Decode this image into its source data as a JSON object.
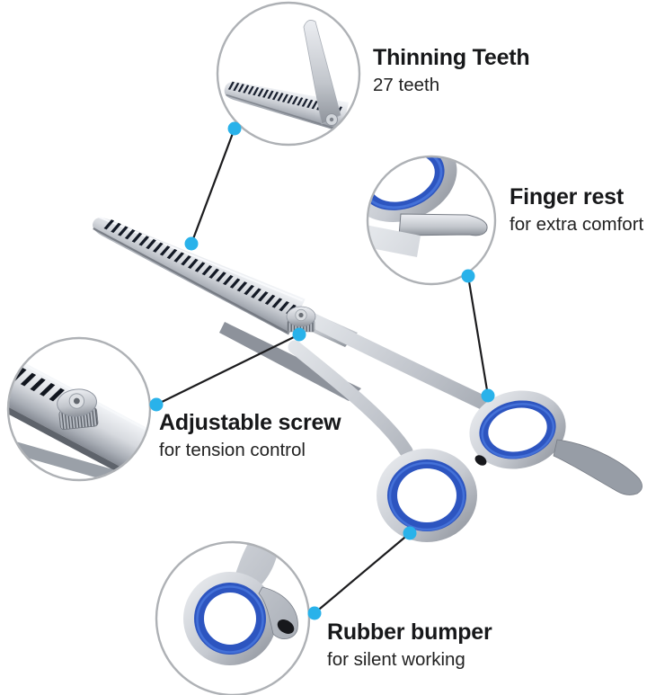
{
  "callouts": {
    "thinning_teeth": {
      "title": "Thinning Teeth",
      "subtitle": "27 teeth",
      "teeth_count": 27
    },
    "finger_rest": {
      "title": "Finger rest",
      "subtitle": "for extra comfort"
    },
    "adjustable_screw": {
      "title": "Adjustable screw",
      "subtitle": "for tension control"
    },
    "rubber_bumper": {
      "title": "Rubber bumper",
      "subtitle": "for silent working"
    }
  },
  "colors": {
    "background": "#ffffff",
    "callout_dot": "#29b2ea",
    "leader_line": "#1c1c1e",
    "rubber_ring_blue": "#2d55c0",
    "rubber_ring_blue_light": "#4a78dd",
    "bumper_black": "#17181c",
    "circle_border": "#aeb1b5"
  }
}
